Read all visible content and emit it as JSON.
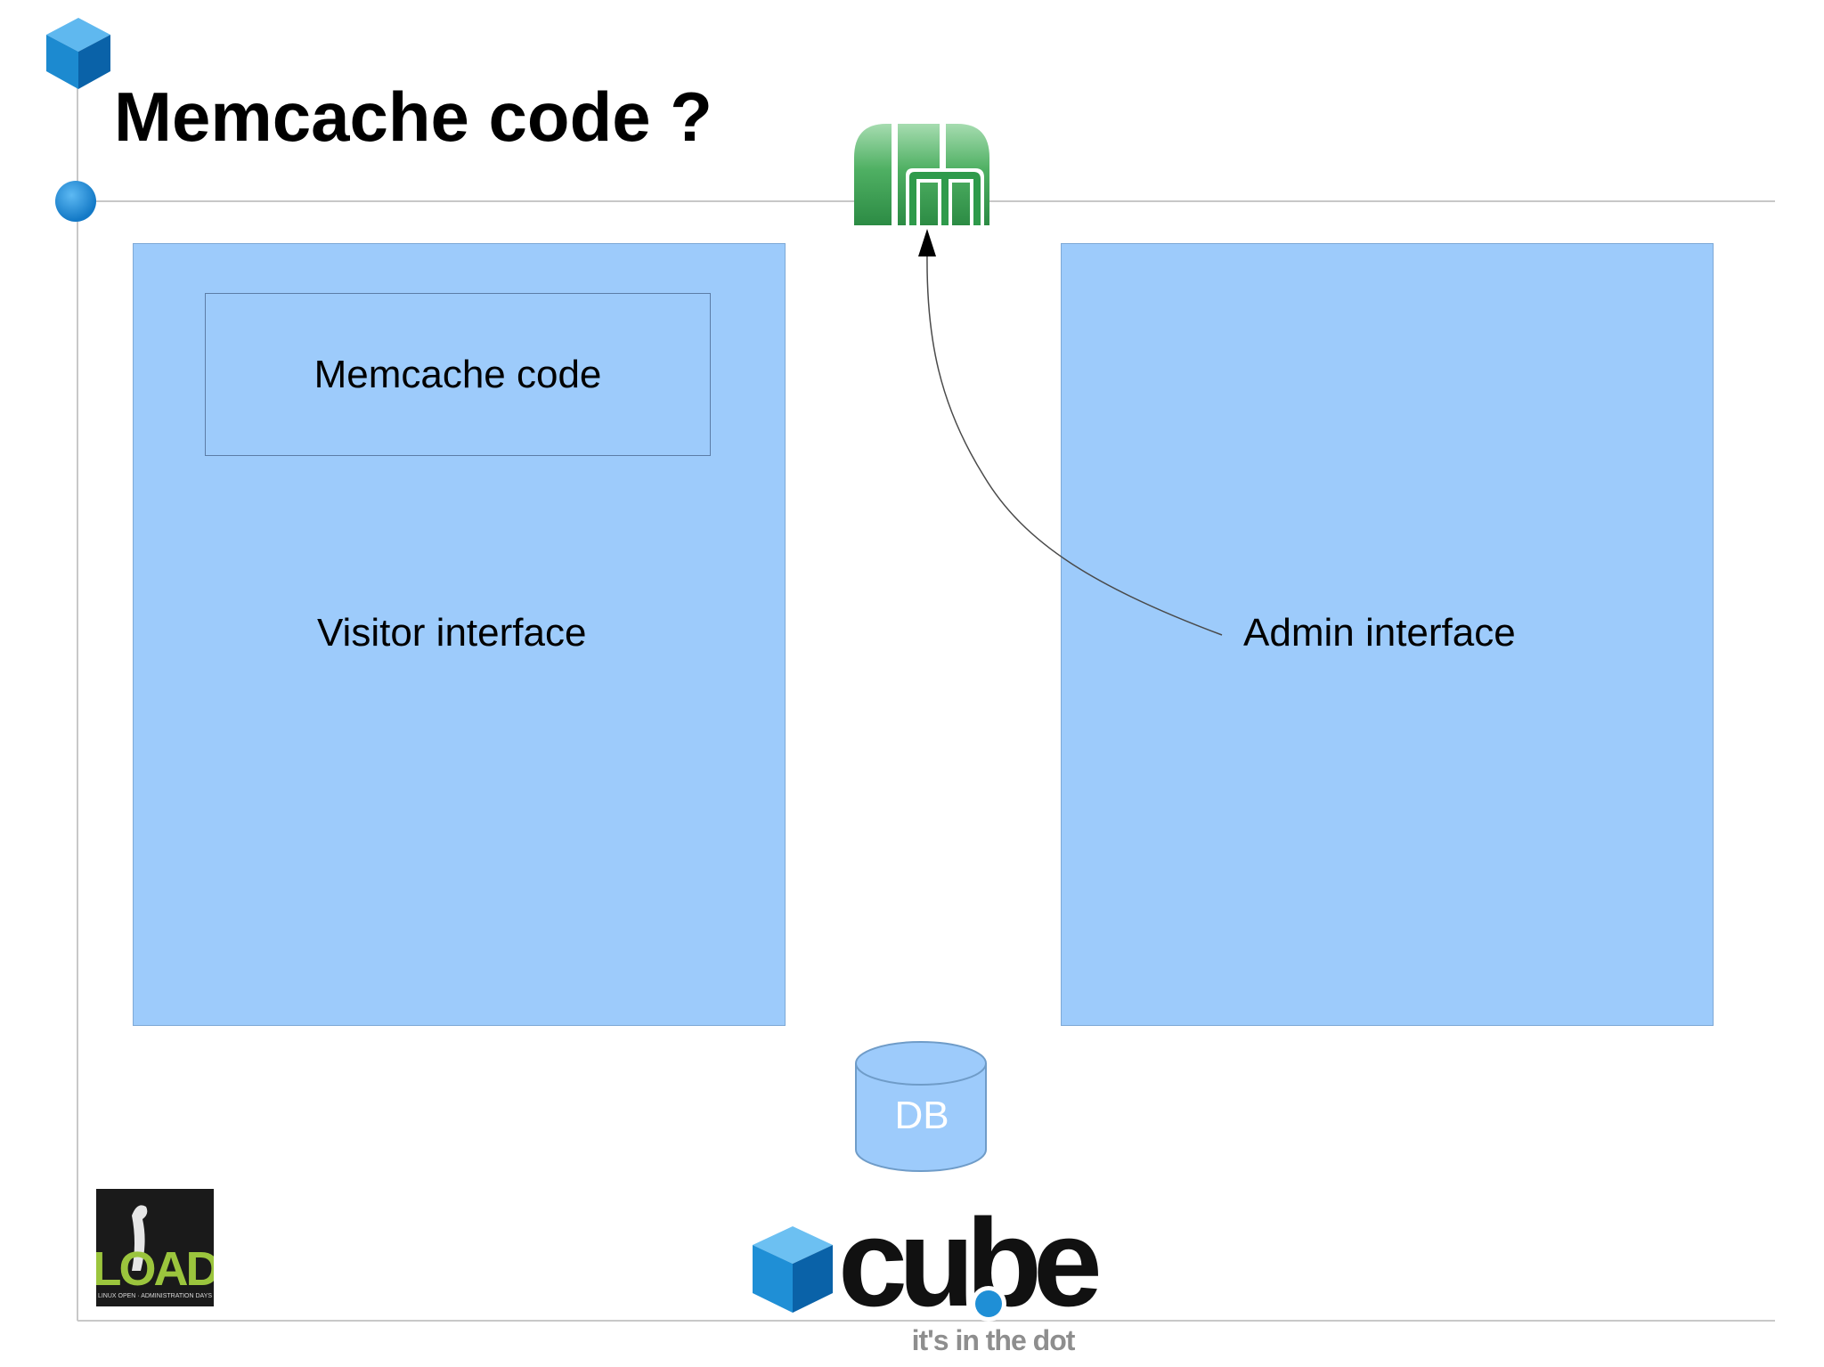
{
  "slide": {
    "title": "Memcache code ?"
  },
  "diagram": {
    "visitor_panel": {
      "label": "Visitor interface"
    },
    "inner_box": {
      "label": "Memcache code"
    },
    "admin_panel": {
      "label": "Admin interface"
    },
    "database": {
      "label": "DB"
    }
  },
  "logos": {
    "memcached": {
      "icon": "memcached-logo-icon",
      "color": "#3a9a4f"
    },
    "load": {
      "icon": "load-logo",
      "text": "LOAD",
      "subtitle": "LINUX OPEN ADMINISTRATION DAYS"
    },
    "cube": {
      "icon": "cube-logo",
      "wordmark": "cube",
      "tagline": "it's in the dot"
    }
  },
  "colors": {
    "accent_blue": "#1f8fd6",
    "panel_fill": "#9dcbfb",
    "guide_line": "#c8c8c8"
  }
}
